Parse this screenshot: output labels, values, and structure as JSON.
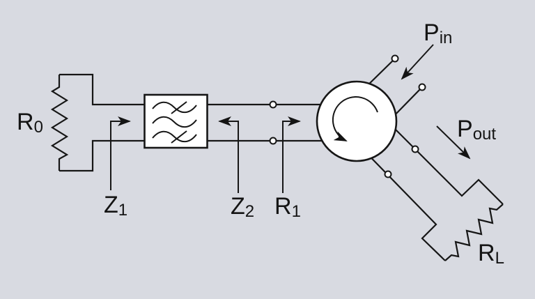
{
  "diagram_type": "rf-circulator-filter-schematic",
  "colors": {
    "background": "#d8dae1",
    "line": "#161616",
    "component_fill": "#ffffff"
  },
  "symbols": [
    "resistor-zigzag",
    "bandpass-filter-box",
    "circulator-circle-arrow",
    "open-terminal-dot",
    "direction-arrow"
  ],
  "labels": {
    "r0": {
      "main": "R",
      "sub": "0"
    },
    "z1": {
      "main": "Z",
      "sub": "1"
    },
    "z2": {
      "main": "Z",
      "sub": "2"
    },
    "r1": {
      "main": "R",
      "sub": "1"
    },
    "pin": {
      "main": "P",
      "sub": "in"
    },
    "pout": {
      "main": "P",
      "sub": "out"
    },
    "rl": {
      "main": "R",
      "sub": "L"
    }
  }
}
